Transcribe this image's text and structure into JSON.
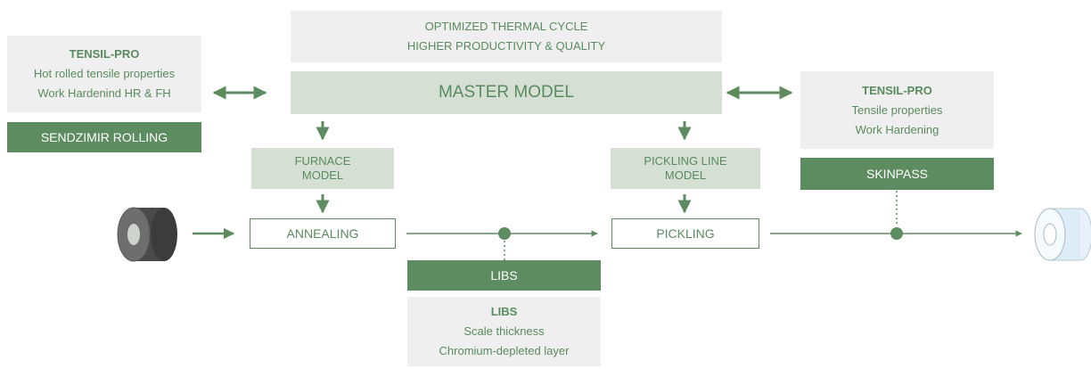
{
  "header": {
    "line1": "OPTIMIZED THERMAL CYCLE",
    "line2": "HIGHER PRODUCTIVITY & QUALITY"
  },
  "master_model": {
    "label": "MASTER MODEL"
  },
  "tensil_pro_left": {
    "title": "TENSIL-PRO",
    "line1": "Hot rolled tensile properties",
    "line2": "Work Hardenind HR & FH"
  },
  "sendzimir": {
    "label": "SENDZIMIR ROLLING"
  },
  "tensil_pro_right": {
    "title": "TENSIL-PRO",
    "line1": "Tensile properties",
    "line2": "Work Hardening"
  },
  "skinpass": {
    "label": "SKINPASS"
  },
  "furnace_model": {
    "line1": "FURNACE",
    "line2": "MODEL"
  },
  "pickling_model": {
    "line1": "PICKLING LINE",
    "line2": "MODEL"
  },
  "annealing": {
    "label": "ANNEALING"
  },
  "pickling": {
    "label": "PICKLING"
  },
  "libs_bar": {
    "label": "LIBS"
  },
  "libs_info": {
    "title": "LIBS",
    "line1": "Scale thickness",
    "line2": "Chromium-depleted layer"
  },
  "colors": {
    "accent_dark": "#5e8c61",
    "accent_mid": "#d5dfd4",
    "panel_light": "#eeefee",
    "text_green": "#5a8a5f"
  },
  "icons": [
    "dark-coil-icon",
    "light-coil-icon"
  ]
}
